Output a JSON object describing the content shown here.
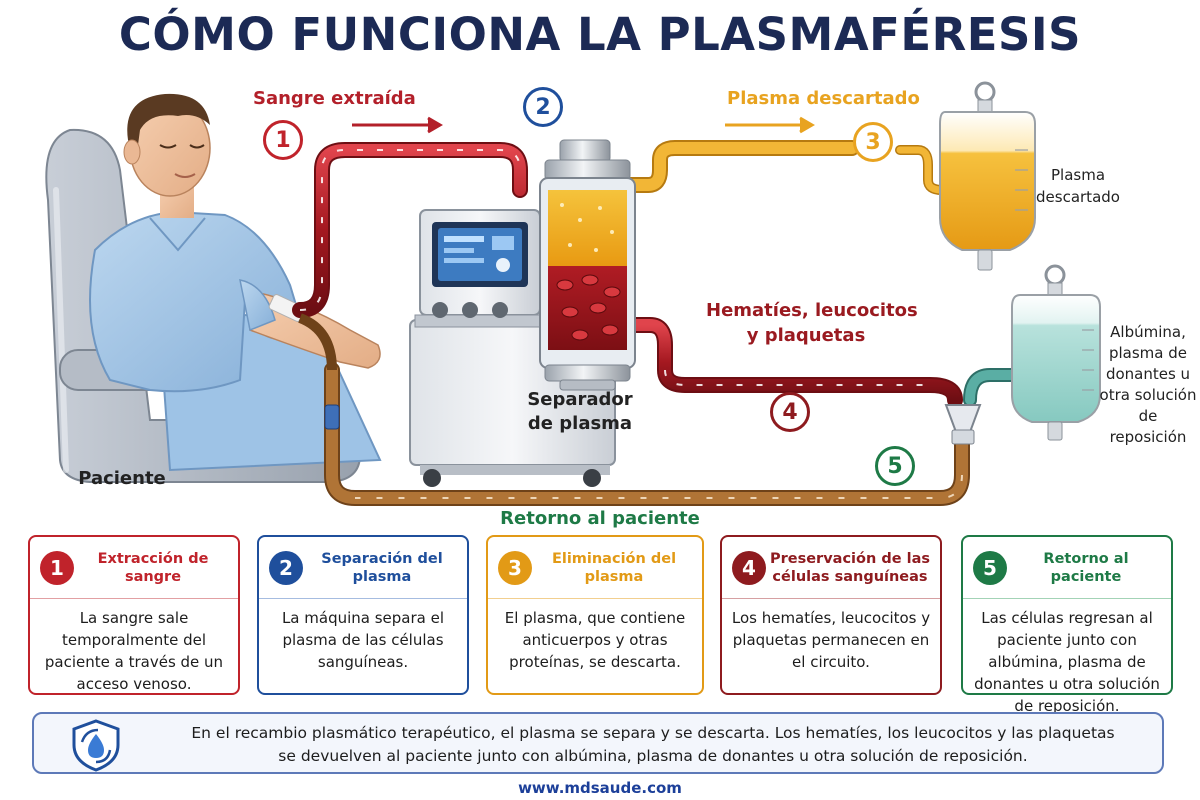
{
  "title": "CÓMO FUNCIONA LA PLASMAFÉRESIS",
  "flow": {
    "step1_label": "Sangre extraída",
    "step3_label": "Plasma descartado",
    "step4_label_line1": "Hematíes, leucocitos",
    "step4_label_line2": "y plaquetas",
    "step5_label": "Retorno al paciente",
    "numbers": [
      "1",
      "2",
      "3",
      "4",
      "5"
    ]
  },
  "diagram": {
    "patient_label": "Paciente",
    "separator_label_line1": "Separador",
    "separator_label_line2": "de plasma",
    "discard_bag_line1": "Plasma",
    "discard_bag_line2": "descartado",
    "replacement_line1": "Albúmina,",
    "replacement_line2": "plasma de",
    "replacement_line3": "donantes u",
    "replacement_line4": "otra solución",
    "replacement_line5": "de reposición"
  },
  "cards": [
    {
      "num": "1",
      "title": "Extracción de sangre",
      "text": "La sangre sale temporalmente del paciente a través de un acceso venoso.",
      "color": "#c0232b"
    },
    {
      "num": "2",
      "title": "Separación del plasma",
      "text": "La máquina separa el plasma de las células sanguíneas.",
      "color": "#1f4f9c"
    },
    {
      "num": "3",
      "title": "Eliminación del plasma",
      "text": "El plasma, que contiene anticuerpos y otras proteínas, se descarta.",
      "color": "#e29a16"
    },
    {
      "num": "4",
      "title": "Preservación de las células sanguíneas",
      "text": "Los hematíes, leucocitos y plaquetas permanecen en el circuito.",
      "color": "#8e1b1f"
    },
    {
      "num": "5",
      "title": "Retorno al paciente",
      "text": "Las células regresan al paciente junto con albúmina, plasma de donantes u otra solución de reposición.",
      "color": "#1e7a46"
    }
  ],
  "summary": {
    "line1": "En el recambio plasmático terapéutico, el plasma se separa y se descarta. Los hematíes, los leucocitos y las plaquetas",
    "line2": "se devuelven al paciente junto con albúmina, plasma de donantes u otra solución de reposición."
  },
  "footer_url": "www.mdsaude.com",
  "colors": {
    "title": "#1c2a55",
    "blood": "#b3202a",
    "plasma": "#e8a320",
    "return": "#a86a32",
    "green": "#1e7a46",
    "blue": "#1f4f9c"
  }
}
